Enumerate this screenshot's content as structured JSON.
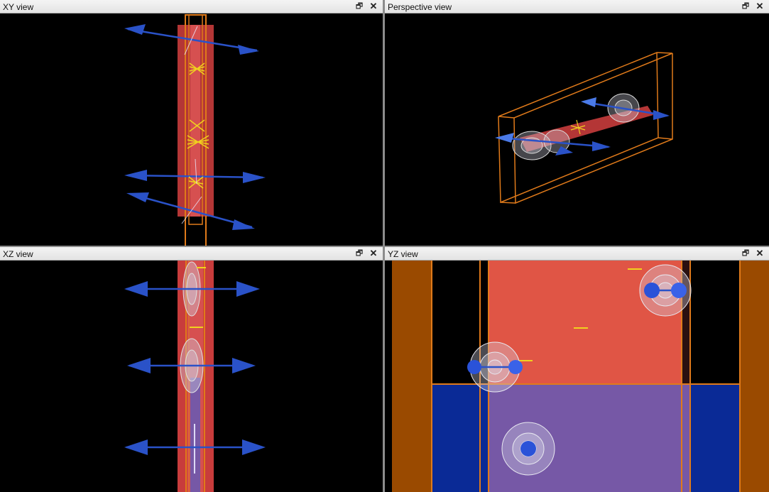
{
  "views": {
    "xy": {
      "title": "XY view"
    },
    "perspective": {
      "title": "Perspective view"
    },
    "xz": {
      "title": "XZ view"
    },
    "yz": {
      "title": "YZ view"
    }
  },
  "controls": {
    "restore_glyph": "🗗",
    "close_glyph": "✕"
  },
  "colors": {
    "frame_orange": "#e07a1a",
    "slab_red": "#c83c3c",
    "arrow_blue": "#2a52c8",
    "marker_yellow": "#f0d21e",
    "wall_brown": "#9a4a00",
    "fill_salmon": "#e05545",
    "fill_navy": "#0a2a96",
    "fill_purple": "#7658a6"
  }
}
